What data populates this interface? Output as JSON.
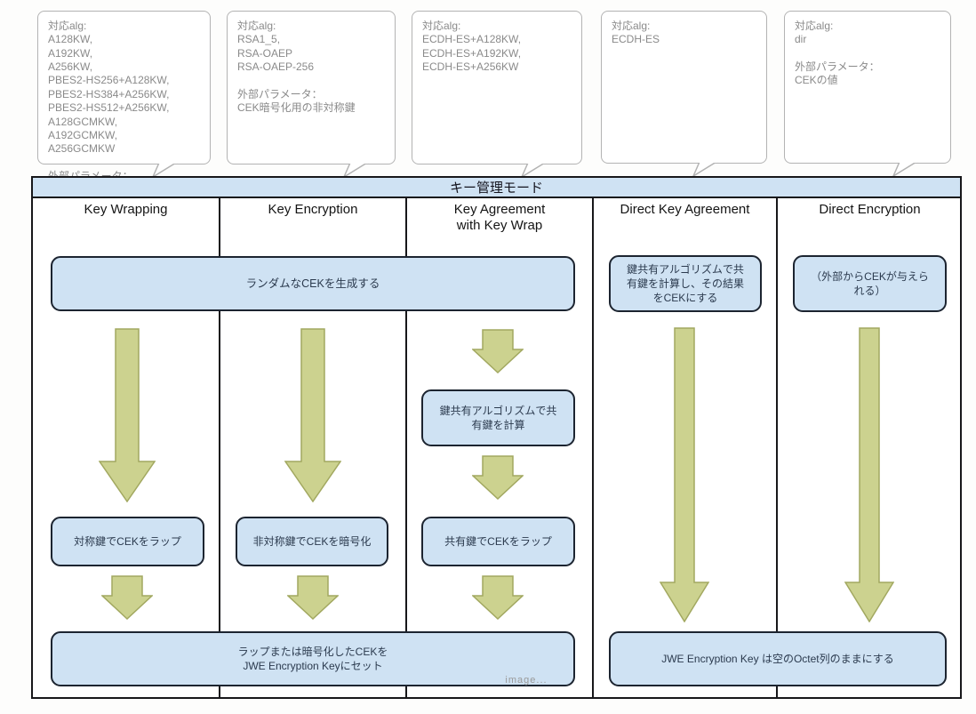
{
  "title_bar": "キー管理モード",
  "callouts": [
    {
      "text": "対応alg:\nA128KW,\nA192KW,\nA256KW,\nPBES2-HS256+A128KW,\nPBES2-HS384+A256KW,\nPBES2-HS512+A256KW,\nA128GCMKW,\nA192GCMKW,\nA256GCMKW\n\n外部パラメータ：\nCEKラップ用の対称鍵"
    },
    {
      "text": "対応alg:\nRSA1_5,\nRSA-OAEP\nRSA-OAEP-256\n\n外部パラメータ：\nCEK暗号化用の非対称鍵"
    },
    {
      "text": "対応alg:\nECDH-ES+A128KW,\nECDH-ES+A192KW,\nECDH-ES+A256KW"
    },
    {
      "text": "対応alg:\nECDH-ES"
    },
    {
      "text": "対応alg:\ndir\n\n外部パラメータ：\nCEKの値"
    }
  ],
  "columns": [
    {
      "header": "Key Wrapping"
    },
    {
      "header": "Key Encryption"
    },
    {
      "header": "Key Agreement\nwith Key Wrap"
    },
    {
      "header": "Direct Key Agreement"
    },
    {
      "header": "Direct Encryption"
    }
  ],
  "boxes": {
    "generate_cek": "ランダムなCEKを生成する",
    "direct_key_agreement": "鍵共有アルゴリズムで共有鍵を計算し、その結果をCEKにする",
    "direct_encryption": "（外部からCEKが与えられる）",
    "compute_shared_key": "鍵共有アルゴリズムで共有鍵を計算",
    "wrap_symmetric": "対称鍵でCEKをラップ",
    "encrypt_asymmetric": "非対称鍵でCEKを暗号化",
    "wrap_shared": "共有鍵でCEKをラップ",
    "set_jwe_key": "ラップまたは暗号化したCEKを\nJWE Encryption Keyにセット",
    "empty_octet": "JWE Encryption Key は空のOctet列のままにする"
  },
  "footer_watermark": "image...",
  "colors": {
    "box_fill": "#cfe2f3",
    "box_border": "#1c2430",
    "arrow_fill": "#ccd28f",
    "arrow_stroke": "#a2a860",
    "callout_border": "#b3b3b3",
    "callout_text": "#8a8a8a",
    "frame_border": "#17171a"
  }
}
